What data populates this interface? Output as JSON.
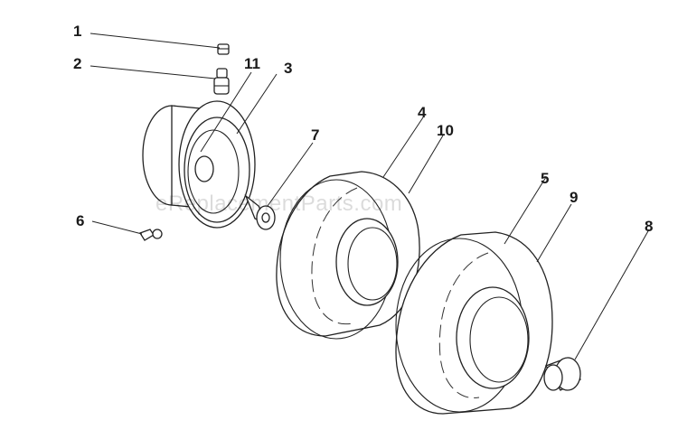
{
  "watermark": "eReplacementParts.com",
  "callouts": {
    "c1": "1",
    "c2": "2",
    "c3": "3",
    "c4": "4",
    "c5": "5",
    "c6": "6",
    "c7": "7",
    "c8": "8",
    "c9": "9",
    "c10": "10",
    "c11": "11"
  },
  "colors": {
    "line": "#222222",
    "background": "#ffffff"
  }
}
